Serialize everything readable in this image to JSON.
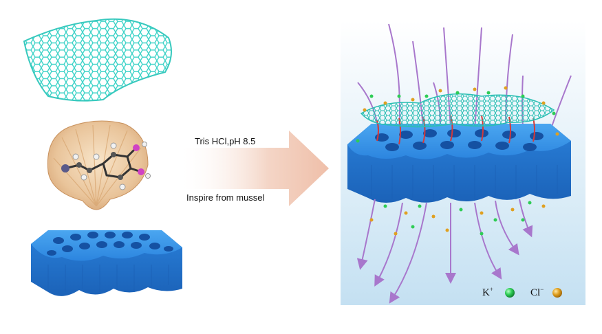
{
  "labels": {
    "reaction": "Tris HCl,pH 8.5",
    "inspire": "Inspire from mussel"
  },
  "legend": {
    "k_ion": "K",
    "k_charge": "+",
    "cl_ion": "Cl",
    "cl_charge": "−"
  },
  "colors": {
    "graphene": "#3fd3c8",
    "membrane": "#2a86e0",
    "arrow": "#a877cc",
    "k_ion": "#2ecc55",
    "cl_ion": "#e0a020",
    "linker": "#d43a3a",
    "flow_arrow": "#f1c9b6"
  }
}
